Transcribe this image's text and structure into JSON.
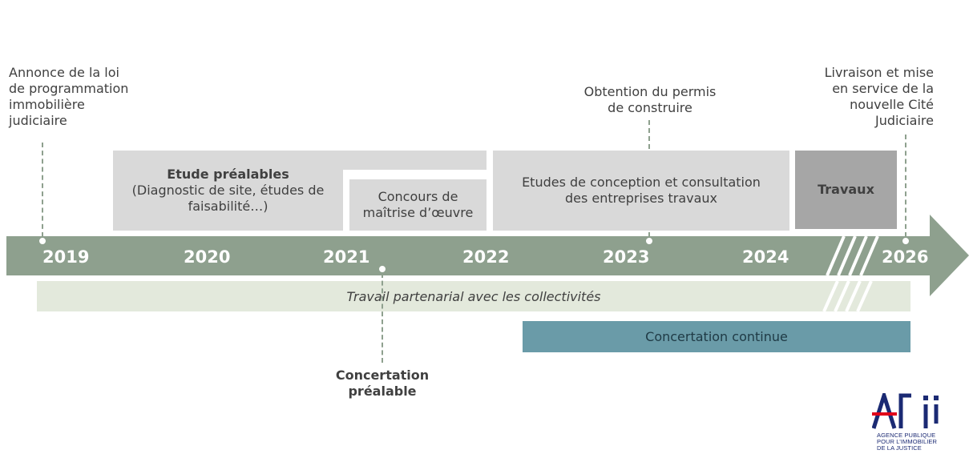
{
  "milestones": {
    "announce": [
      "Annonce de la loi",
      "de programmation",
      "immobilière",
      "judiciaire"
    ],
    "permit": [
      "Obtention du permis",
      "de construire"
    ],
    "delivery": [
      "Livraison et mise",
      "en service de la",
      "nouvelle Cité",
      "Judiciaire"
    ]
  },
  "phases": {
    "etude": {
      "title": "Etude préalables",
      "lines": [
        "(Diagnostic de site, études de",
        "faisabilité…)"
      ]
    },
    "concours": {
      "lines": [
        "Concours de",
        "maîtrise d’œuvre"
      ]
    },
    "conception": {
      "lines": [
        "Etudes de conception et consultation",
        "des entreprises travaux"
      ]
    },
    "travaux": {
      "title": "Travaux"
    }
  },
  "years": [
    "2019",
    "2020",
    "2021",
    "2022",
    "2023",
    "2024",
    "2026"
  ],
  "bands": {
    "partenarial": "Travail partenarial avec les collectivités",
    "continue": "Concertation continue"
  },
  "concertation_prealable": [
    "Concertation",
    "préalable"
  ],
  "logo": {
    "name": "APIJ",
    "subtitle": [
      "AGENCE PUBLIQUE",
      "POUR L’IMMOBILIER",
      "DE LA JUSTICE"
    ]
  },
  "colors": {
    "arrow": "#8ea08e",
    "phase_box": "#d9d9d9",
    "travaux_box": "#a6a6a6",
    "partenarial_band": "#e3e9dc",
    "continue_band": "#6a9ba8",
    "logo_blue": "#1b2a73",
    "logo_red": "#e1001a"
  }
}
